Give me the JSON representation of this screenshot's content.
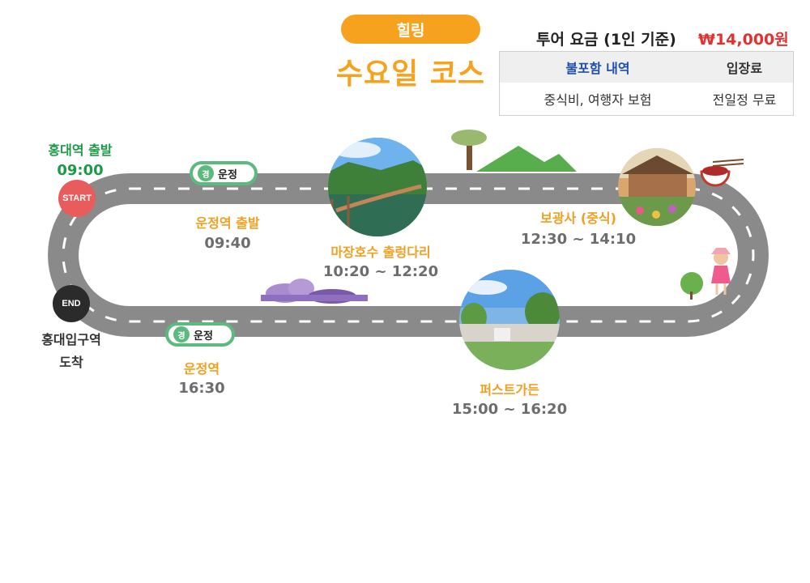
{
  "header": {
    "theme_label": "힐링",
    "course_title": "수요일 코스"
  },
  "fee": {
    "label": "투어 요금 (1인 기준)",
    "amount": "₩14,000원",
    "table": {
      "col1_header": "불포함 내역",
      "col2_header": "입장료",
      "col1_value": "중식비, 여행자 보험",
      "col2_value": "전일정 무료"
    }
  },
  "start": {
    "name": "홍대역 출발",
    "time": "09:00",
    "badge": "START"
  },
  "end": {
    "badge": "END",
    "name_line1": "홍대입구역",
    "name_line2": "도착"
  },
  "stops": [
    {
      "pill_mark": "경",
      "pill_label": "운정",
      "name": "운정역 출발",
      "time": "09:40"
    },
    {
      "name": "마장호수 출렁다리",
      "time": "10:20 ~ 12:20"
    },
    {
      "name": "보광사 (중식)",
      "time": "12:30 ~ 14:10"
    },
    {
      "name": "퍼스트가든",
      "time": "15:00 ~ 16:20"
    },
    {
      "pill_mark": "경",
      "pill_label": "운정",
      "name": "운정역",
      "time": "16:30"
    }
  ],
  "colors": {
    "accent_orange": "#f7a21e",
    "price_red": "#e2322f",
    "start_green": "#1e9a47",
    "road_gray": "#8a8a8a",
    "start_badge": "#e85c5c",
    "end_badge": "#2b2b2b"
  },
  "icons": {
    "lake": "suspension-bridge-photo",
    "temple": "temple-photo",
    "garden": "garden-photo",
    "lunch": "noodle-bowl-icon",
    "traveler": "traveler-woman-icon",
    "tree": "tree-icon",
    "mountain": "mountain-icon",
    "bush": "purple-bush-icon"
  }
}
